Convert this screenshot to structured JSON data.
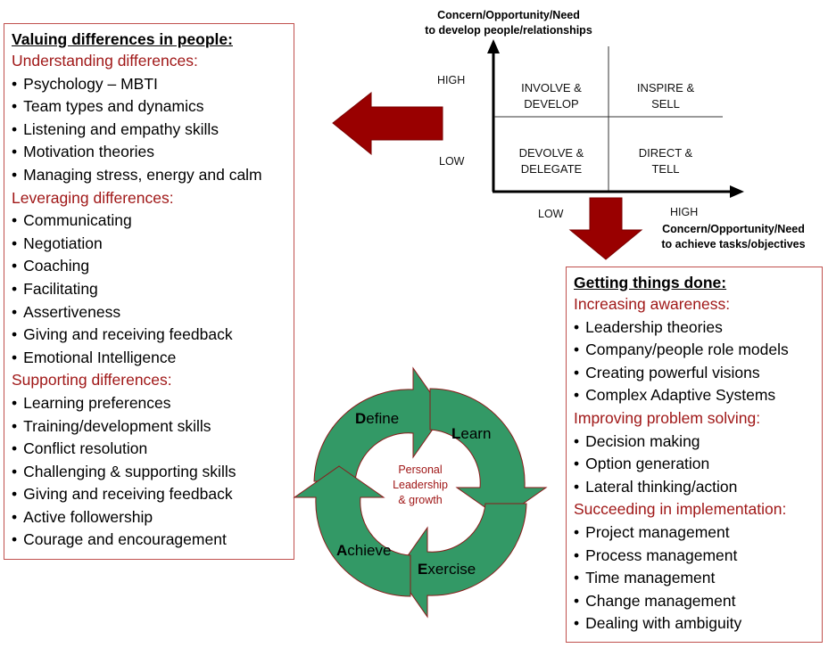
{
  "left_box": {
    "title": "Valuing differences in people:",
    "sections": [
      {
        "title": "Understanding differences:",
        "items": [
          "Psychology – MBTI",
          "Team types and dynamics",
          "Listening and empathy skills",
          "Motivation theories",
          "Managing stress, energy and calm"
        ]
      },
      {
        "title": "Leveraging differences:",
        "items": [
          "Communicating",
          "Negotiation",
          "Coaching",
          "Facilitating",
          "Assertiveness",
          "Giving and receiving feedback",
          "Emotional Intelligence"
        ]
      },
      {
        "title": "Supporting differences:",
        "items": [
          "Learning preferences",
          "Training/development  skills",
          "Conflict resolution",
          "Challenging & supporting skills",
          "Giving and receiving feedback",
          "Active followership",
          "Courage and encouragement"
        ]
      }
    ]
  },
  "right_box": {
    "title": "Getting things done:",
    "sections": [
      {
        "title": "Increasing awareness:",
        "items": [
          "Leadership theories",
          "Company/people role models",
          "Creating powerful visions",
          "Complex Adaptive Systems"
        ]
      },
      {
        "title": "Improving problem solving:",
        "items": [
          "Decision making",
          "Option generation",
          "Lateral thinking/action"
        ]
      },
      {
        "title": "Succeeding in implementation:",
        "items": [
          "Project management",
          "Process management",
          "Time management",
          "Change management",
          "Dealing with ambiguity"
        ]
      }
    ]
  },
  "matrix": {
    "y_title_line1": "Concern/Opportunity/Need",
    "y_title_line2": "to develop people/relationships",
    "x_title_line1": "Concern/Opportunity/Need",
    "x_title_line2": "to achieve tasks/objectives",
    "y_high": "HIGH",
    "y_low": "LOW",
    "x_low": "LOW",
    "x_high": "HIGH",
    "quadrants": {
      "top_left": [
        "INVOLVE &",
        "DEVELOP"
      ],
      "top_right": [
        "INSPIRE &",
        "SELL"
      ],
      "bottom_left": [
        "DEVOLVE &",
        "DELEGATE"
      ],
      "bottom_right": [
        "DIRECT &",
        "TELL"
      ]
    }
  },
  "cycle": {
    "center_line1": "Personal",
    "center_line2": "Leadership",
    "center_line3": "& growth",
    "stages": [
      {
        "initial": "D",
        "rest": "efine"
      },
      {
        "initial": "L",
        "rest": "earn"
      },
      {
        "initial": "E",
        "rest": "xercise"
      },
      {
        "initial": "A",
        "rest": "chieve"
      }
    ]
  },
  "colors": {
    "box_border": "#c0504d",
    "section_title": "#a01818",
    "arrow_fill": "#990000",
    "cycle_fill": "#339966",
    "cycle_stroke": "#8b1a1a",
    "center_text": "#a01818"
  }
}
